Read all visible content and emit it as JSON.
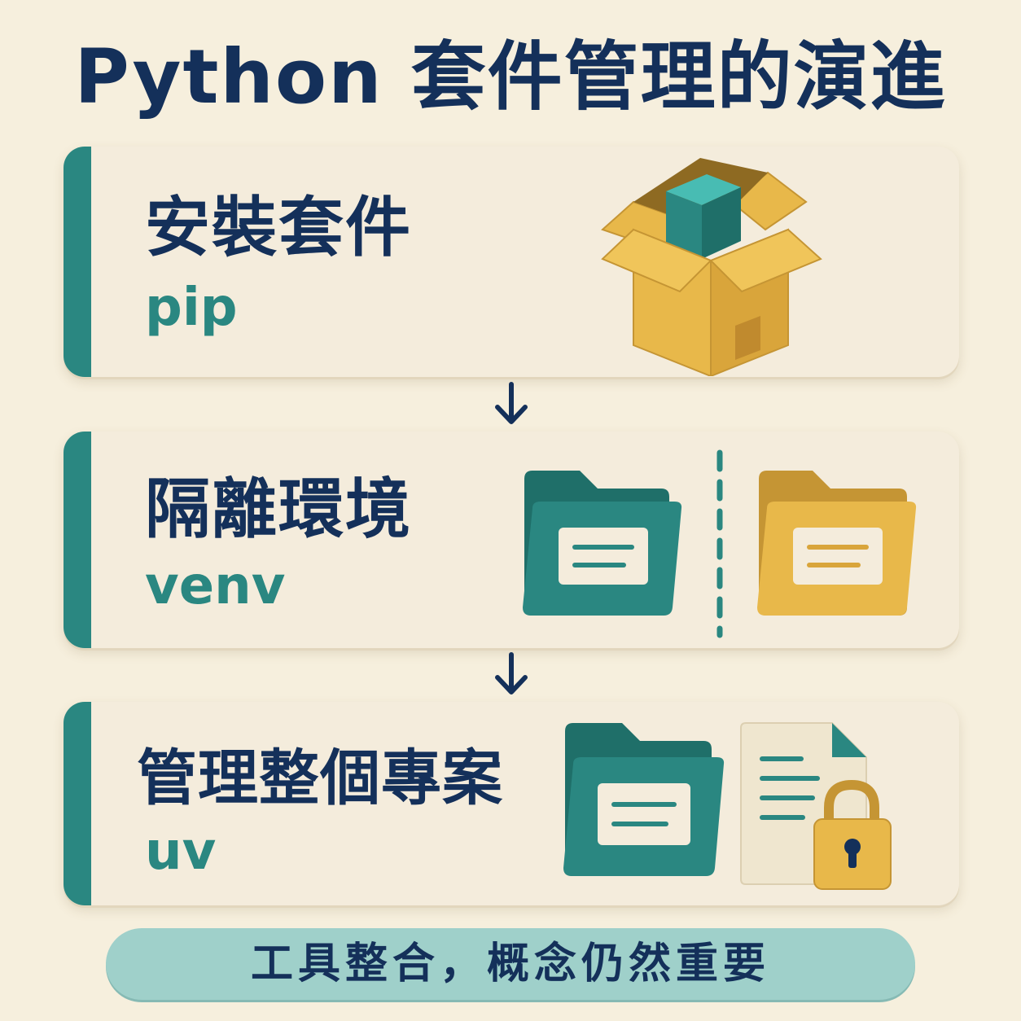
{
  "title": "Python 套件管理的演進",
  "steps": [
    {
      "heading": "安裝套件",
      "tool": "pip",
      "icon": "open-box-icon"
    },
    {
      "heading": "隔離環境",
      "tool": "venv",
      "icon": "separate-folders-icon"
    },
    {
      "heading": "管理整個專案",
      "tool": "uv",
      "icon": "folder-locked-file-icon"
    }
  ],
  "arrows": [
    "arrow-down-icon",
    "arrow-down-icon"
  ],
  "footer": {
    "text": "工具整合，概念仍然重要"
  },
  "colors": {
    "background": "#f6efdd",
    "card": "#f4ecdc",
    "navy": "#14305a",
    "teal": "#2a8781",
    "mustard": "#e8b84a",
    "banner": "#9fd0ca"
  }
}
